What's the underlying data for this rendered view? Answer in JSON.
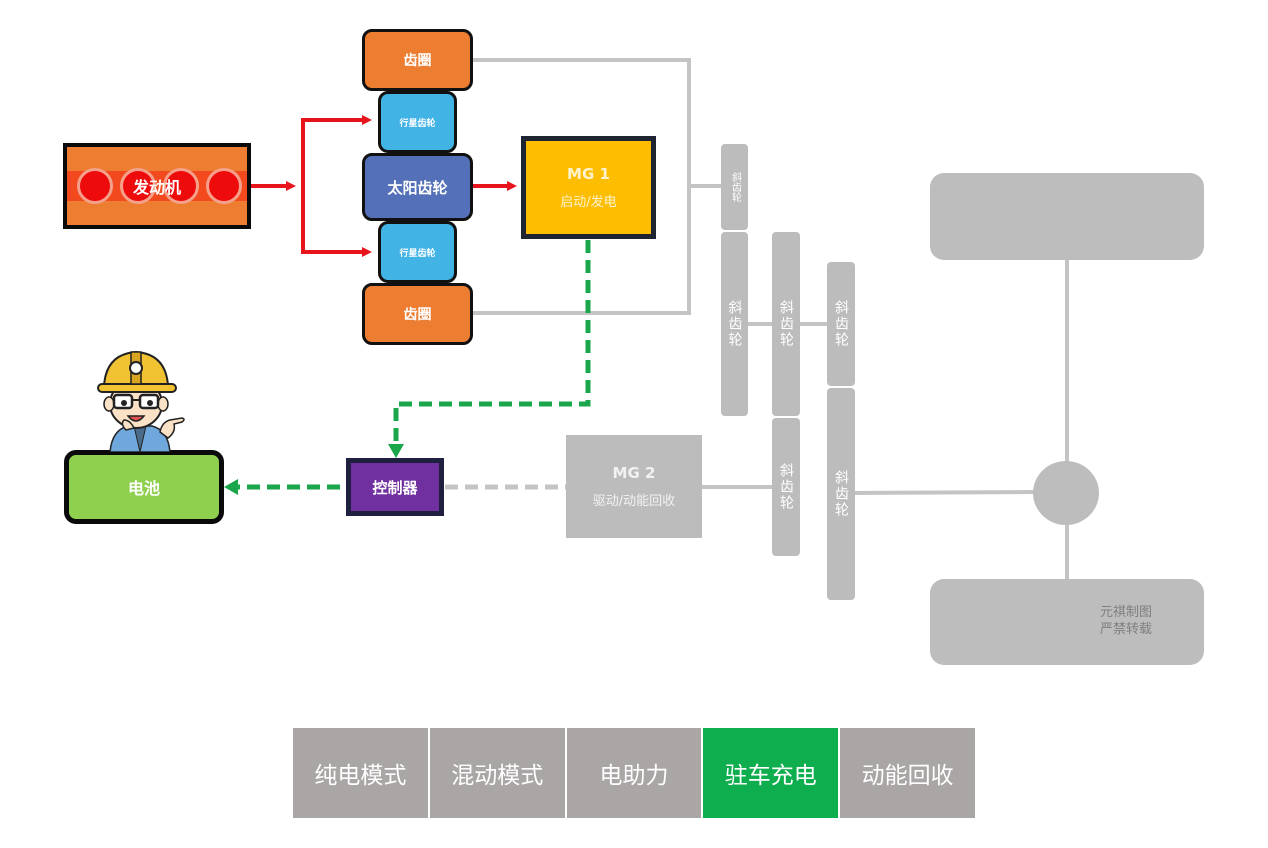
{
  "diagram": {
    "title": "驻车充电",
    "engine": {
      "label": "发动机",
      "cylinders": 4
    },
    "planetary_set": {
      "ring_gear_top": "齿圈",
      "planet_gear_top": "行星齿轮",
      "sun_gear": "太阳齿轮",
      "planet_gear_bottom": "行星齿轮",
      "ring_gear_bottom": "齿圈"
    },
    "mg1": {
      "name": "MG 1",
      "function": "启动/发电"
    },
    "mg2": {
      "name": "MG 2",
      "function": "驱动/动能回收"
    },
    "controller": {
      "label": "控制器"
    },
    "battery": {
      "label": "电池"
    },
    "helical_gears": [
      {
        "id": "hg1",
        "label": "斜齿轮"
      },
      {
        "id": "hg2",
        "label": "斜齿轮"
      },
      {
        "id": "hg3",
        "label": "斜齿轮"
      },
      {
        "id": "hg4",
        "label": "斜齿轮"
      },
      {
        "id": "hg5",
        "label": "斜齿轮"
      },
      {
        "id": "hg6",
        "label": "斜齿轮"
      }
    ],
    "watermark": {
      "line1": "元祺制图",
      "line2": "严禁转载"
    },
    "flows": [
      {
        "from": "engine",
        "to": "planetary_set",
        "type": "mechanical",
        "color": "#e8141b"
      },
      {
        "from": "sun_gear",
        "to": "mg1",
        "type": "mechanical",
        "color": "#e8141b"
      },
      {
        "from": "mg1",
        "to": "controller",
        "type": "electric-active",
        "color": "#1aa64a"
      },
      {
        "from": "controller",
        "to": "battery",
        "type": "electric-active",
        "color": "#1aa64a"
      },
      {
        "from": "controller",
        "to": "mg2",
        "type": "electric-inactive",
        "color": "#bdbdbd"
      }
    ]
  },
  "modes": {
    "active_index": 3,
    "tabs": [
      {
        "label": "纯电模式"
      },
      {
        "label": "混动模式"
      },
      {
        "label": "电助力"
      },
      {
        "label": "驻车充电"
      },
      {
        "label": "动能回收"
      }
    ]
  },
  "colors": {
    "active_flow": "#1aa64a",
    "mechanical_flow": "#e8141b",
    "inactive": "#bdbdbd",
    "tab_default": "#aaa6a5",
    "tab_active": "#0ead4e"
  }
}
